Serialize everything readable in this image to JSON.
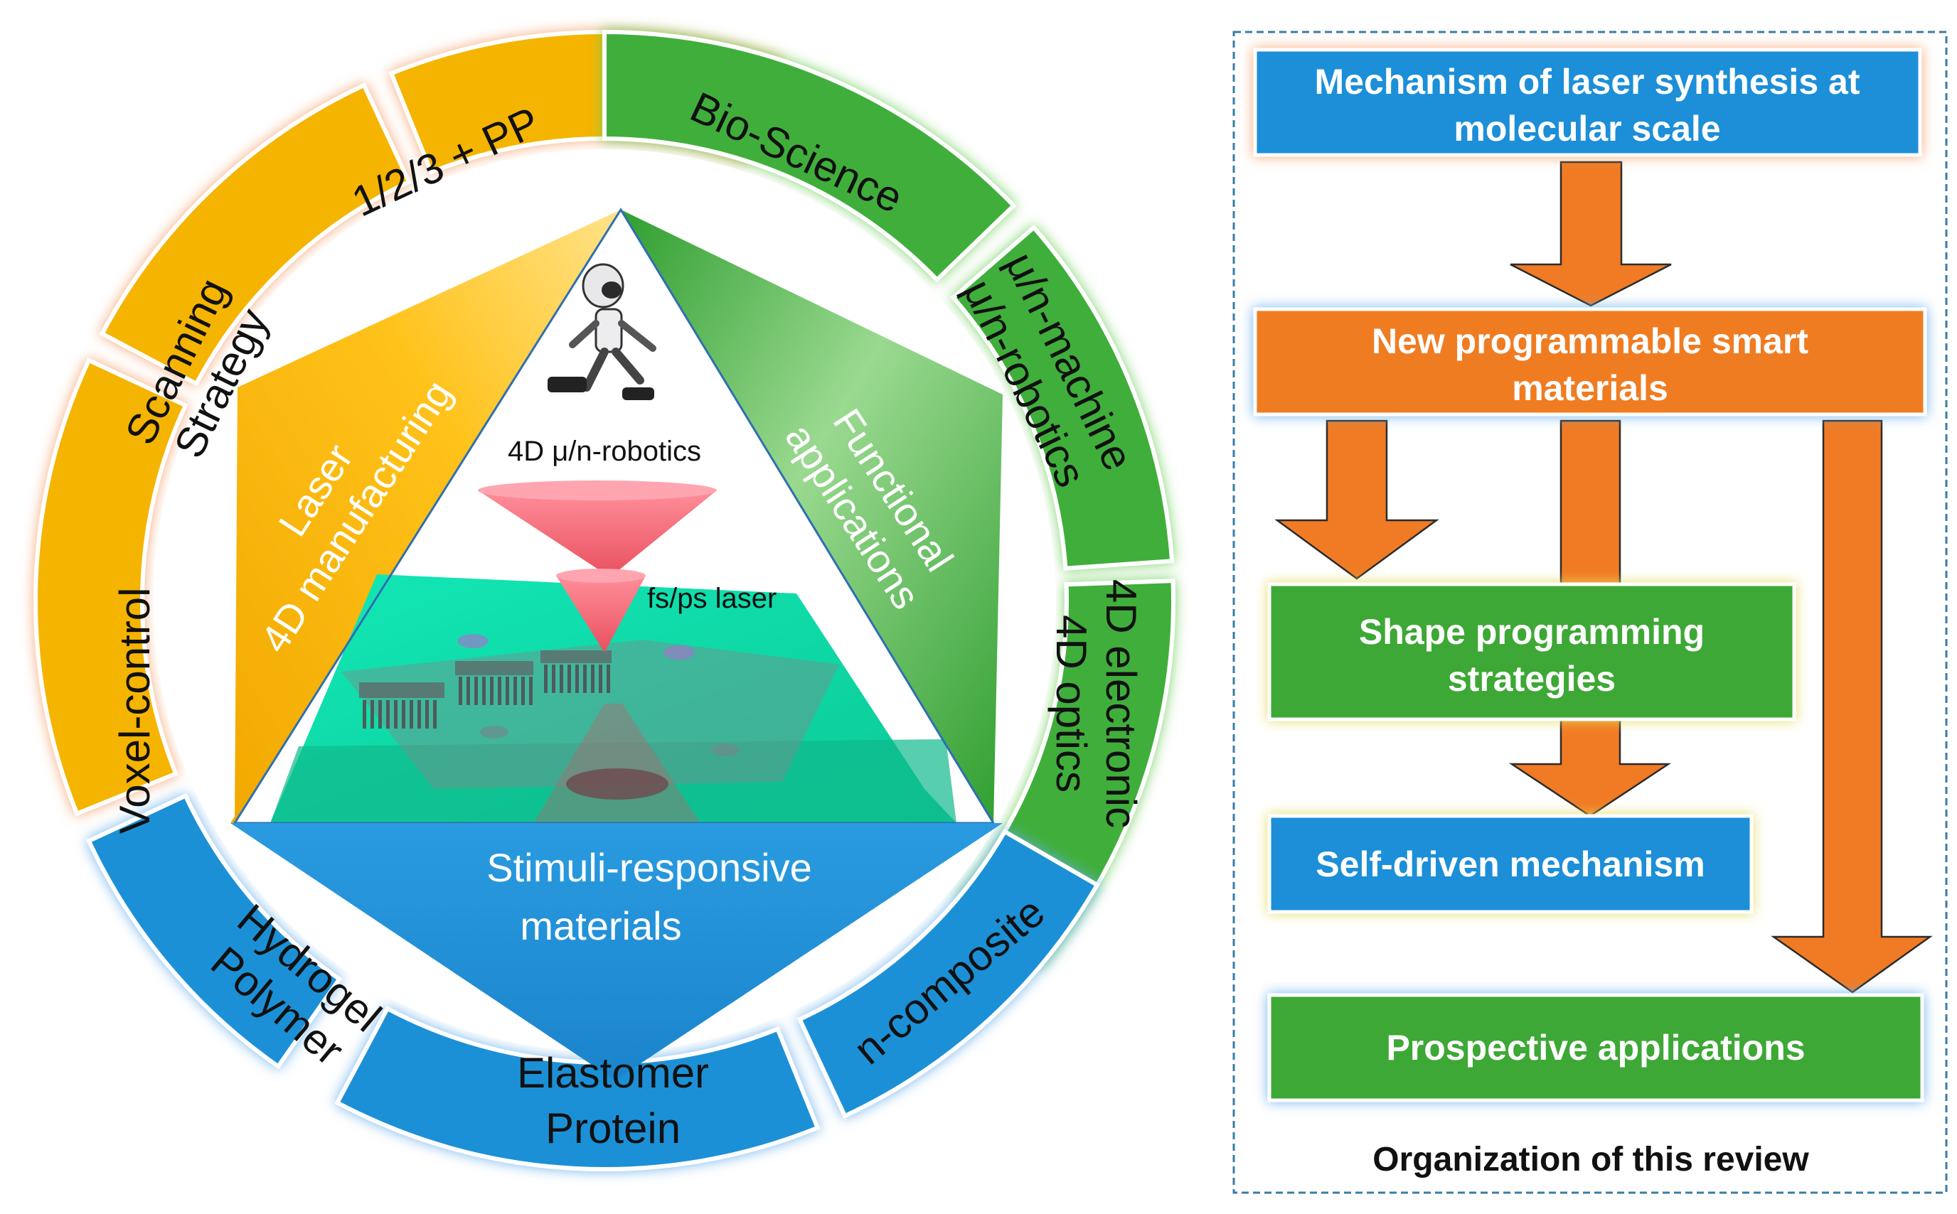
{
  "colors": {
    "yellow": "#F5B400",
    "yellow_light": "#FFD24A",
    "green": "#3FAE3B",
    "green_dark": "#2E8F2C",
    "blue": "#1E90D6",
    "blue_dark": "#1670AE",
    "orange": "#F07B24",
    "box_blue": "#1C8FD8",
    "box_green": "#3CA836",
    "box_orange": "#F07B24",
    "teal": "#1EE3B0"
  },
  "ring_segments": {
    "scanning_strategy": {
      "line1": "Scanning",
      "line2": "Strategy"
    },
    "pp": {
      "text": "1/2/3 + PP"
    },
    "voxel_control": {
      "text": "Voxel-control"
    },
    "bio_science": {
      "text": "Bio-Science"
    },
    "machine_robotics": {
      "line1": "μ/n-machine",
      "line2": "μ/n-robotics"
    },
    "electronic_optics": {
      "line1": "4D electronic",
      "line2": "4D optics"
    },
    "hydrogel_polymer": {
      "line1": "Hydrogel",
      "line2": "Polymer"
    },
    "elastomer_protein": {
      "line1": "Elastomer",
      "line2": "Protein"
    },
    "n_composite": {
      "text": "n-composite"
    }
  },
  "triangle": {
    "left": {
      "line1": "Laser",
      "line2": "4D manufacturing"
    },
    "right": {
      "line1": "Functional",
      "line2": "applications"
    },
    "bottom": {
      "line1": "Stimuli-responsive",
      "line2": "materials"
    },
    "robotics_label": "4D μ/n-robotics",
    "laser_label": "fs/ps laser"
  },
  "flow": {
    "box1": {
      "line1": "Mechanism of laser synthesis at",
      "line2": "molecular scale"
    },
    "box2": {
      "line1": "New programmable smart",
      "line2": "materials"
    },
    "box3": {
      "line1": "Shape programming",
      "line2": "strategies"
    },
    "box4": {
      "text": "Self-driven mechanism"
    },
    "box5": {
      "text": "Prospective applications"
    },
    "caption": "Organization of this review"
  }
}
